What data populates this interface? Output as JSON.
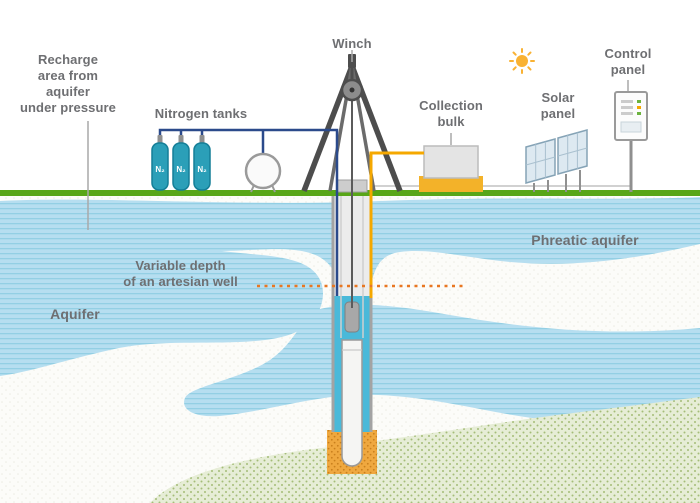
{
  "labels": {
    "recharge_lines": [
      "Recharge",
      "area from",
      "aquifer",
      "under pressure"
    ],
    "winch": "Winch",
    "nitrogen_tanks": "Nitrogen tanks",
    "collection_bulk_lines": [
      "Collection",
      "bulk"
    ],
    "solar_panel_lines": [
      "Solar",
      "panel"
    ],
    "control_panel_lines": [
      "Control",
      "panel"
    ],
    "phreatic_aquifer": "Phreatic aquifer",
    "aquifer": "Aquifer",
    "variable_depth_lines": [
      "Variable depth",
      "of an artesian well"
    ]
  },
  "equipment": {
    "nitrogen_tank_symbol": "N₂"
  },
  "colors": {
    "ground_green": "#58a618",
    "aquifer_blue": "#b6def0",
    "pipe_blue": "#2b4a8b",
    "pipe_yellow": "#f5a800",
    "depth_line_orange": "#e87722",
    "tank_teal": "#2b9fb8",
    "label_gray": "#6e6f72",
    "well_water_blue": "#4ab9d9",
    "gravel_orange": "#efa83f",
    "soil_green": "#e6edd6"
  }
}
